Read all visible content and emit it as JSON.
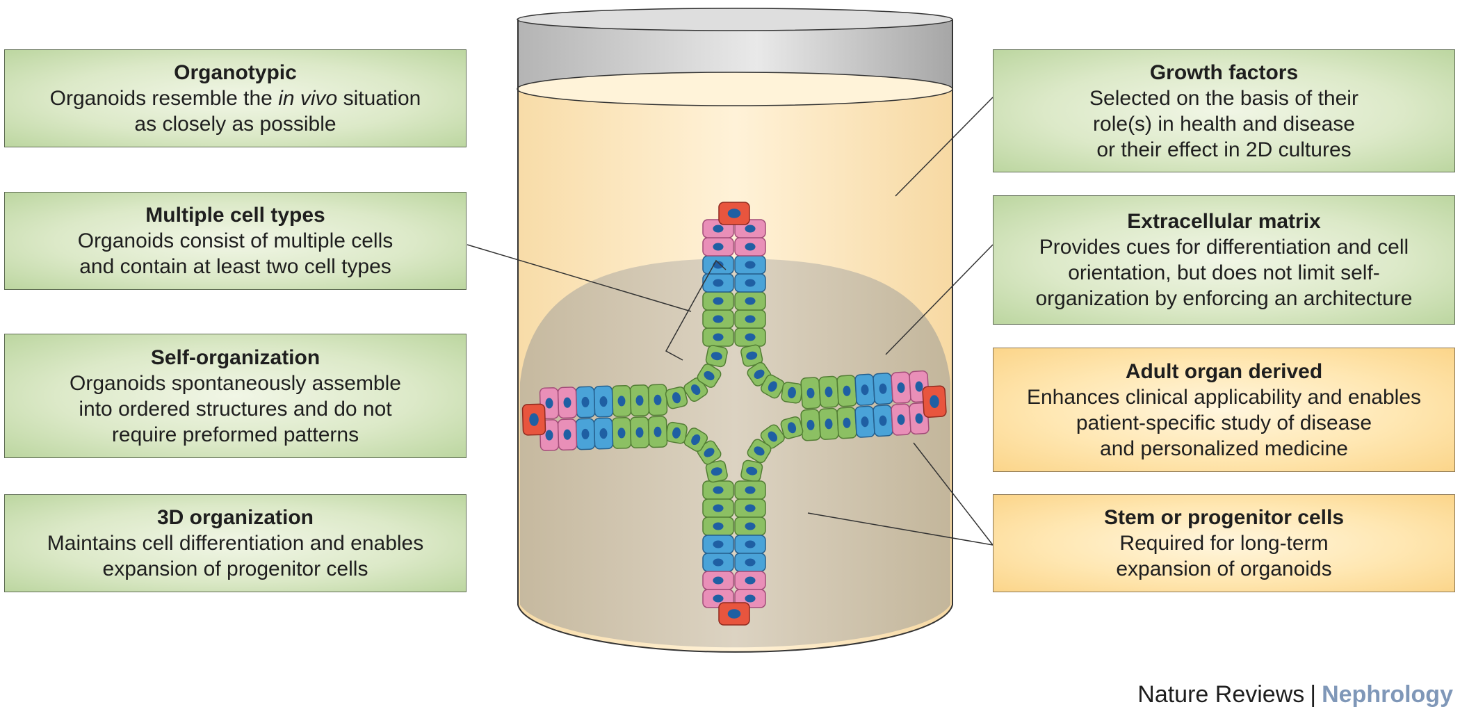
{
  "left_boxes": [
    {
      "title": "Organotypic",
      "line1_pre": "Organoids resemble the ",
      "line1_em": "in vivo",
      "line1_post": " situation",
      "line2": "as closely as possible"
    },
    {
      "title": "Multiple cell types",
      "line1": "Organoids consist of multiple cells",
      "line2": "and contain at least two cell types"
    },
    {
      "title": "Self-organization",
      "line1": "Organoids spontaneously assemble",
      "line2": "into ordered structures and do not",
      "line3": "require preformed patterns"
    },
    {
      "title": "3D organization",
      "line1": "Maintains cell differentiation and enables",
      "line2": "expansion of progenitor cells"
    }
  ],
  "right_boxes": [
    {
      "title": "Growth factors",
      "line1": "Selected on the basis of their",
      "line2": "role(s) in health and disease",
      "line3": "or their effect in 2D cultures"
    },
    {
      "title": "Extracellular matrix",
      "line1": "Provides cues for differentiation and cell",
      "line2": "orientation, but does not limit self-",
      "line3": "organization by enforcing an architecture"
    },
    {
      "title": "Adult organ derived",
      "line1": "Enhances clinical applicability and enables",
      "line2": "patient-specific study of disease",
      "line3": "and personalized medicine"
    },
    {
      "title": "Stem or progenitor cells",
      "line1": "Required for long-term",
      "line2": "expansion of organoids"
    }
  ],
  "footer": {
    "journal": "Nature Reviews",
    "separator": "|",
    "subject": "Nephrology"
  },
  "colors": {
    "green_box": "#dce9c8",
    "orange_box": "#ffe7b2",
    "medium": "#fde7bd",
    "matrix": "#d0c6b2",
    "cell_pink": "#e98fb8",
    "cell_blue": "#4aa3d8",
    "cell_green": "#8cc063",
    "cell_red": "#e8553e",
    "nucleus": "#1f5fa3"
  }
}
